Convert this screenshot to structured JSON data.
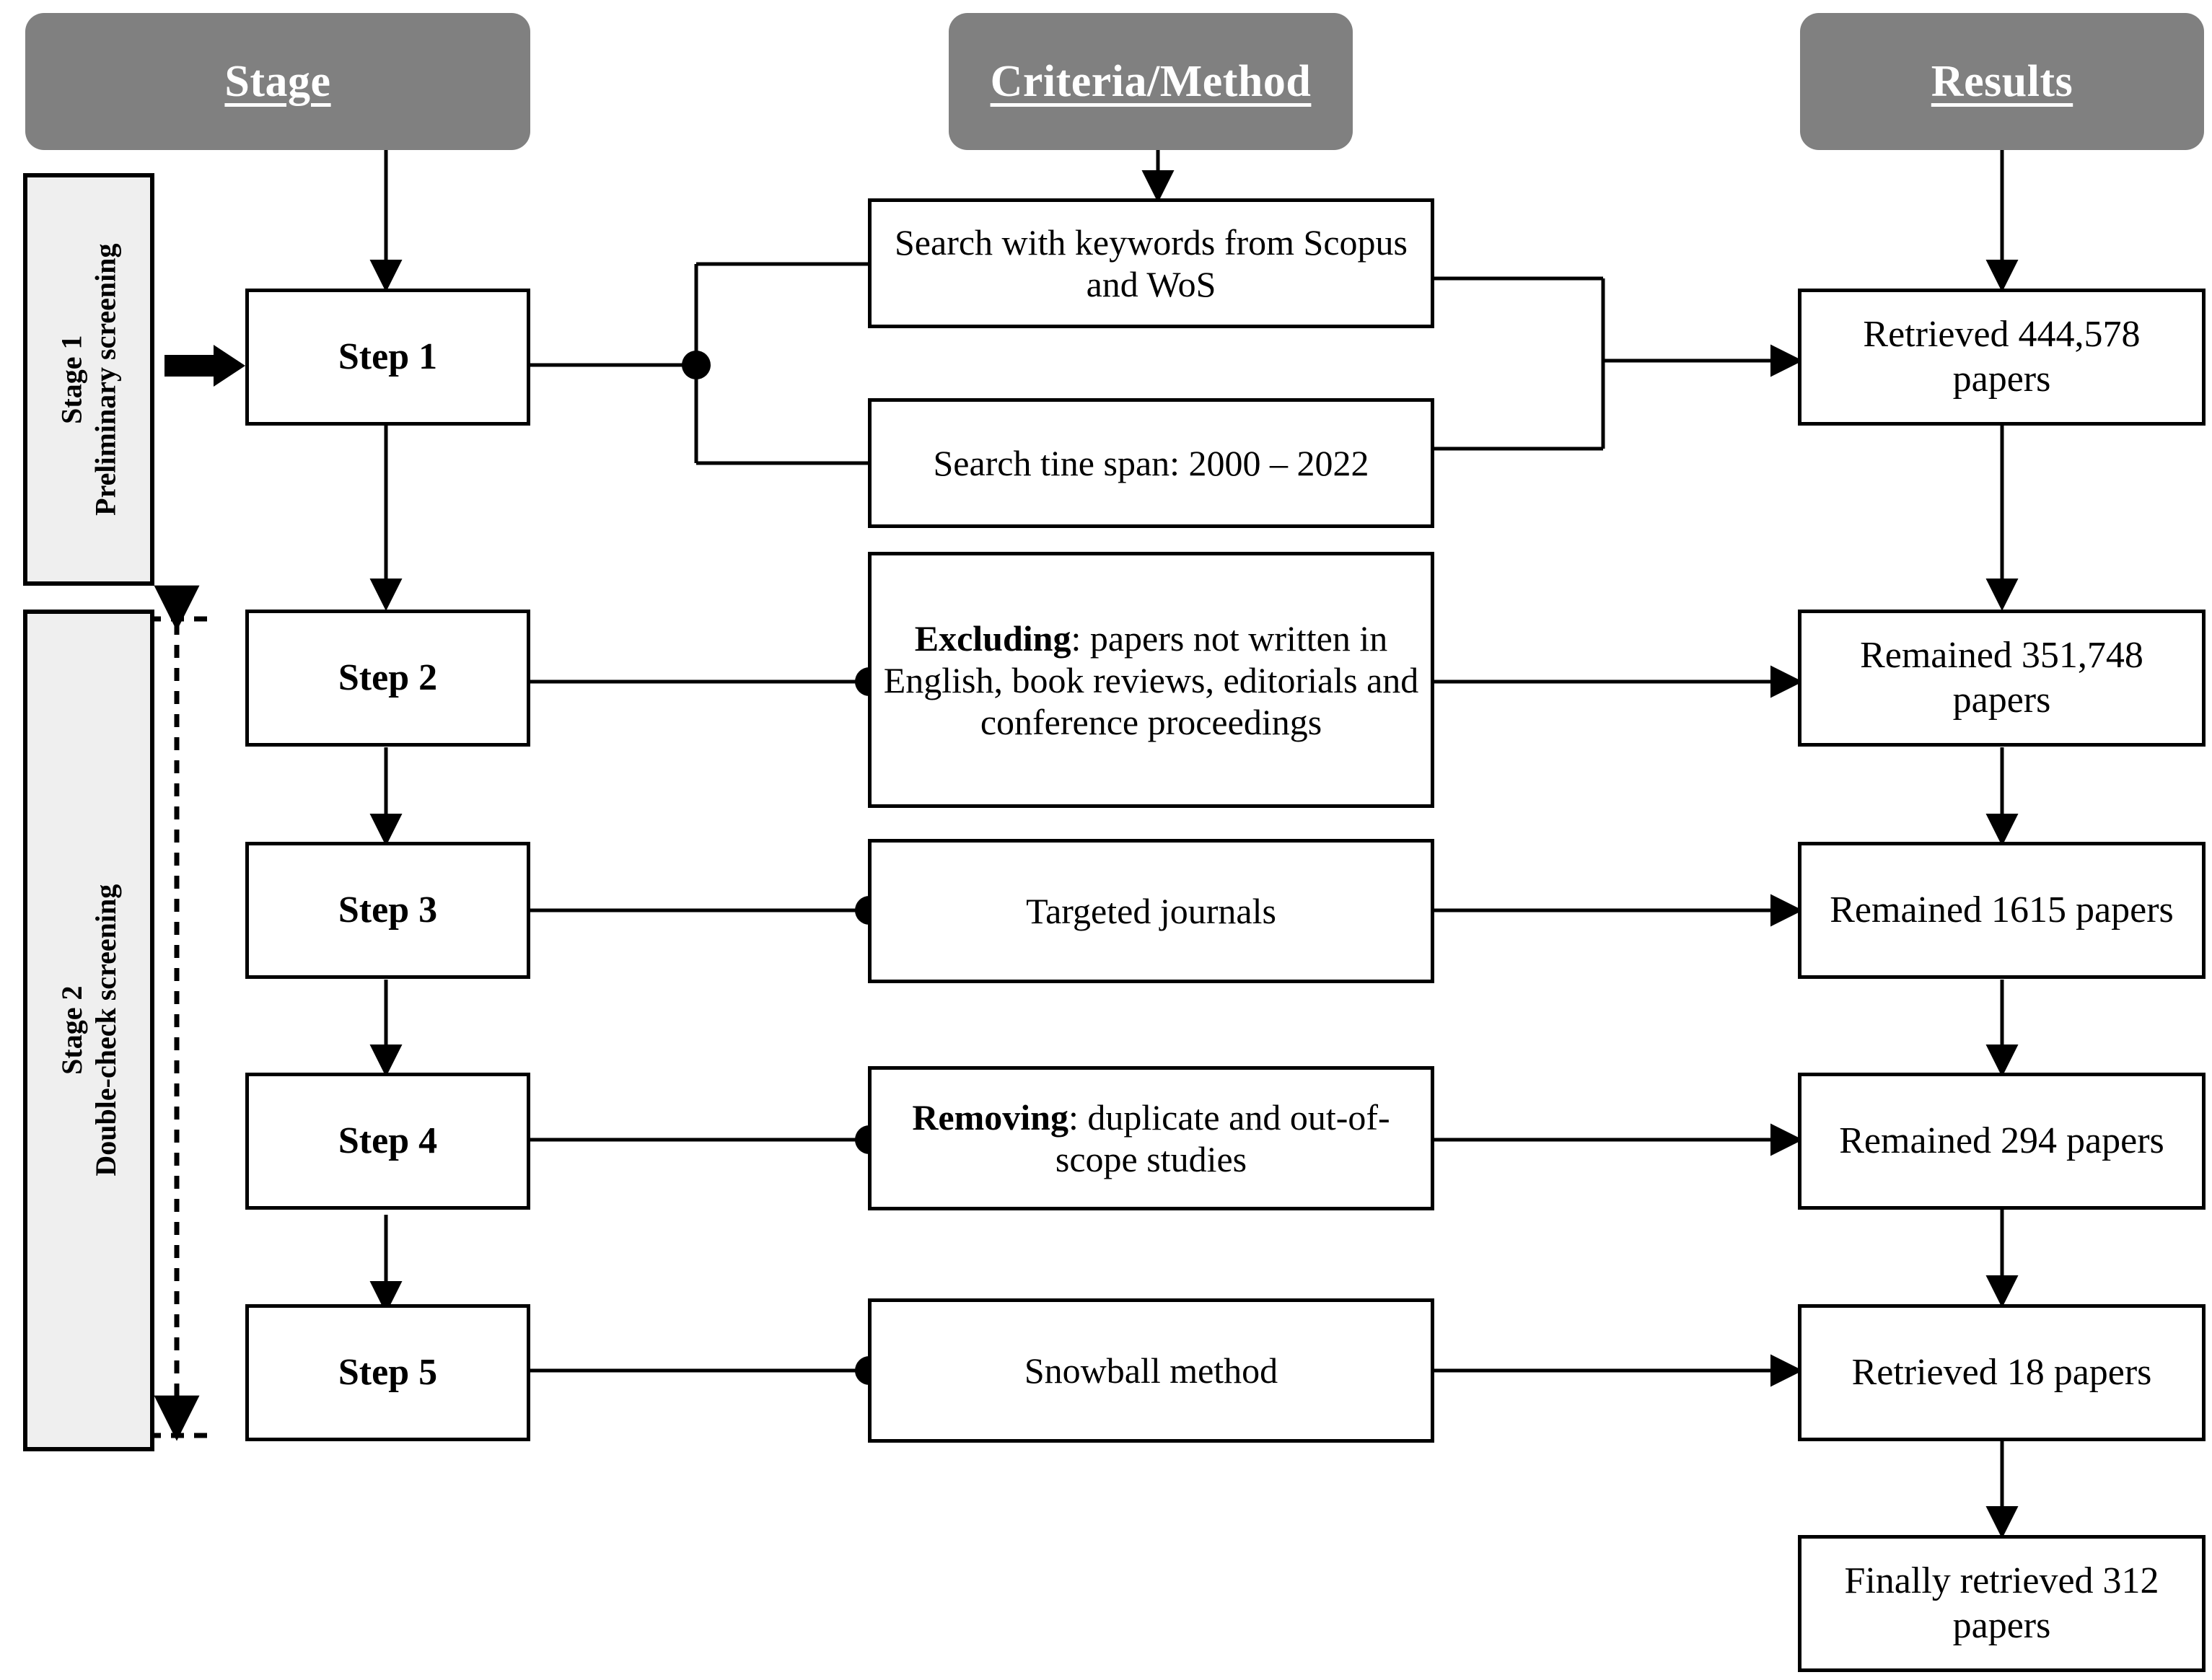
{
  "headers": [
    {
      "label": "Stage",
      "key": "stage"
    },
    {
      "label": "Criteria/Method",
      "key": "criteria"
    },
    {
      "label": "Results",
      "key": "results"
    }
  ],
  "stages": [
    {
      "line1": "Stage 1",
      "line2": "Preliminary screening"
    },
    {
      "line1": "Stage 2",
      "line2": "Double-check screening"
    }
  ],
  "steps": [
    {
      "label": "Step 1"
    },
    {
      "label": "Step 2"
    },
    {
      "label": "Step 3"
    },
    {
      "label": "Step 4"
    },
    {
      "label": "Step 5"
    }
  ],
  "criteria": [
    {
      "id": "c1a",
      "bold": "",
      "text": "Search with keywords from Scopus and WoS"
    },
    {
      "id": "c1b",
      "bold": "",
      "text": "Search tine span: 2000 – 2022"
    },
    {
      "id": "c2",
      "bold": "Excluding",
      "text": ": papers not written in English, book reviews, editorials and conference proceedings"
    },
    {
      "id": "c3",
      "bold": "",
      "text": "Targeted journals"
    },
    {
      "id": "c4",
      "bold": "Removing",
      "text": ": duplicate and out-of-scope studies"
    },
    {
      "id": "c5",
      "bold": "",
      "text": "Snowball method"
    }
  ],
  "results": [
    {
      "id": "r1",
      "text": "Retrieved 444,578 papers"
    },
    {
      "id": "r2",
      "text": "Remained 351,748 papers"
    },
    {
      "id": "r3",
      "text": "Remained 1615 papers"
    },
    {
      "id": "r4",
      "text": "Remained 294 papers"
    },
    {
      "id": "r5",
      "text": "Retrieved 18 papers"
    },
    {
      "id": "r6",
      "text": "Finally retrieved 312 papers"
    }
  ],
  "colors": {
    "header_fill": "#808080",
    "header_text": "#ffffff",
    "stage_fill": "#efefef",
    "line": "#000000",
    "box_fill": "#ffffff"
  }
}
